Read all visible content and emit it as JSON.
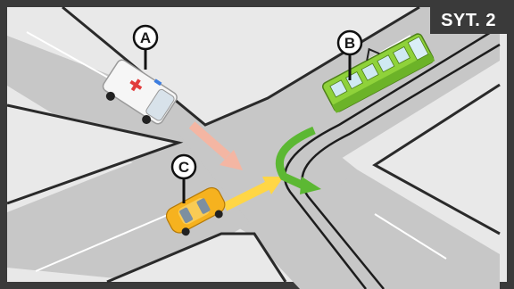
{
  "situation_label": "SYT. 2",
  "vehicles": [
    {
      "label": "A",
      "kind": "ambulance-icon"
    },
    {
      "label": "B",
      "kind": "tram-icon"
    },
    {
      "label": "C",
      "kind": "car-icon"
    }
  ],
  "colors": {
    "road": "#c8c8c8",
    "sidewalk": "#e6e6e6",
    "frame": "#3a3a3a",
    "tram_body": "#8fd23a",
    "car_body": "#f6b21f",
    "arrow_ambulance": "#f4b6a3",
    "arrow_car": "#ffd646",
    "arrow_tram": "#5cb833"
  }
}
